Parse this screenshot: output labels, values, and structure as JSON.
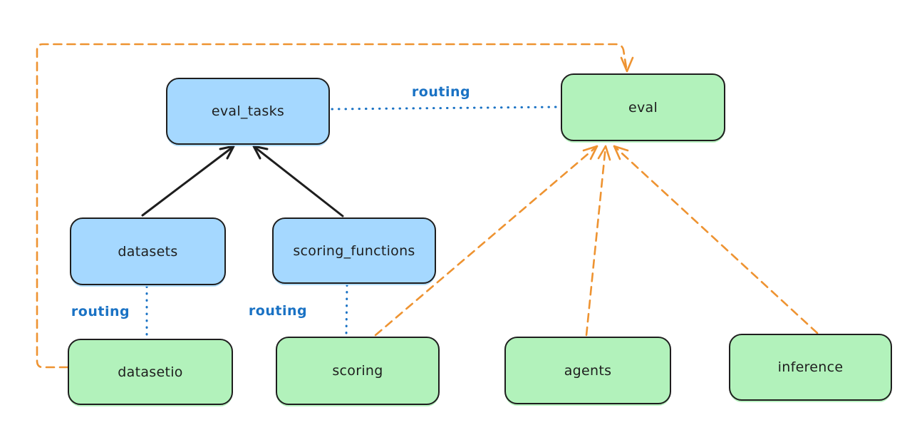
{
  "diagram": {
    "title": "",
    "nodes": [
      {
        "id": "eval_tasks",
        "label": "eval_tasks",
        "kind": "resource",
        "fill": "#a5d8ff"
      },
      {
        "id": "eval",
        "label": "eval",
        "kind": "api",
        "fill": "#b2f2bb"
      },
      {
        "id": "datasets",
        "label": "datasets",
        "kind": "resource",
        "fill": "#a5d8ff"
      },
      {
        "id": "scoring_functions",
        "label": "scoring_functions",
        "kind": "resource",
        "fill": "#a5d8ff"
      },
      {
        "id": "datasetio",
        "label": "datasetio",
        "kind": "api",
        "fill": "#b2f2bb"
      },
      {
        "id": "scoring",
        "label": "scoring",
        "kind": "api",
        "fill": "#b2f2bb"
      },
      {
        "id": "agents",
        "label": "agents",
        "kind": "api",
        "fill": "#b2f2bb"
      },
      {
        "id": "inference",
        "label": "inference",
        "kind": "api",
        "fill": "#b2f2bb"
      }
    ],
    "edges": [
      {
        "from": "eval_tasks",
        "to": "eval",
        "label": "routing",
        "style": "dotted-blue"
      },
      {
        "from": "datasets",
        "to": "datasetio",
        "label": "routing",
        "style": "dotted-blue"
      },
      {
        "from": "scoring_functions",
        "to": "scoring",
        "label": "routing",
        "style": "dotted-blue"
      },
      {
        "from": "datasets",
        "to": "eval_tasks",
        "style": "solid-black-arrow"
      },
      {
        "from": "scoring_functions",
        "to": "eval_tasks",
        "style": "solid-black-arrow"
      },
      {
        "from": "datasetio",
        "to": "eval",
        "style": "dashed-orange-arrow"
      },
      {
        "from": "scoring",
        "to": "eval",
        "style": "dashed-orange-arrow"
      },
      {
        "from": "agents",
        "to": "eval",
        "style": "dashed-orange-arrow"
      },
      {
        "from": "inference",
        "to": "eval",
        "style": "dashed-orange-arrow"
      }
    ],
    "colors": {
      "blue_fill": "#a5d8ff",
      "green_fill": "#b2f2bb",
      "node_stroke": "#1e1e1e",
      "routing_blue": "#1a72c4",
      "orange_dashed": "#ee9331",
      "background": "#ffffff"
    }
  }
}
